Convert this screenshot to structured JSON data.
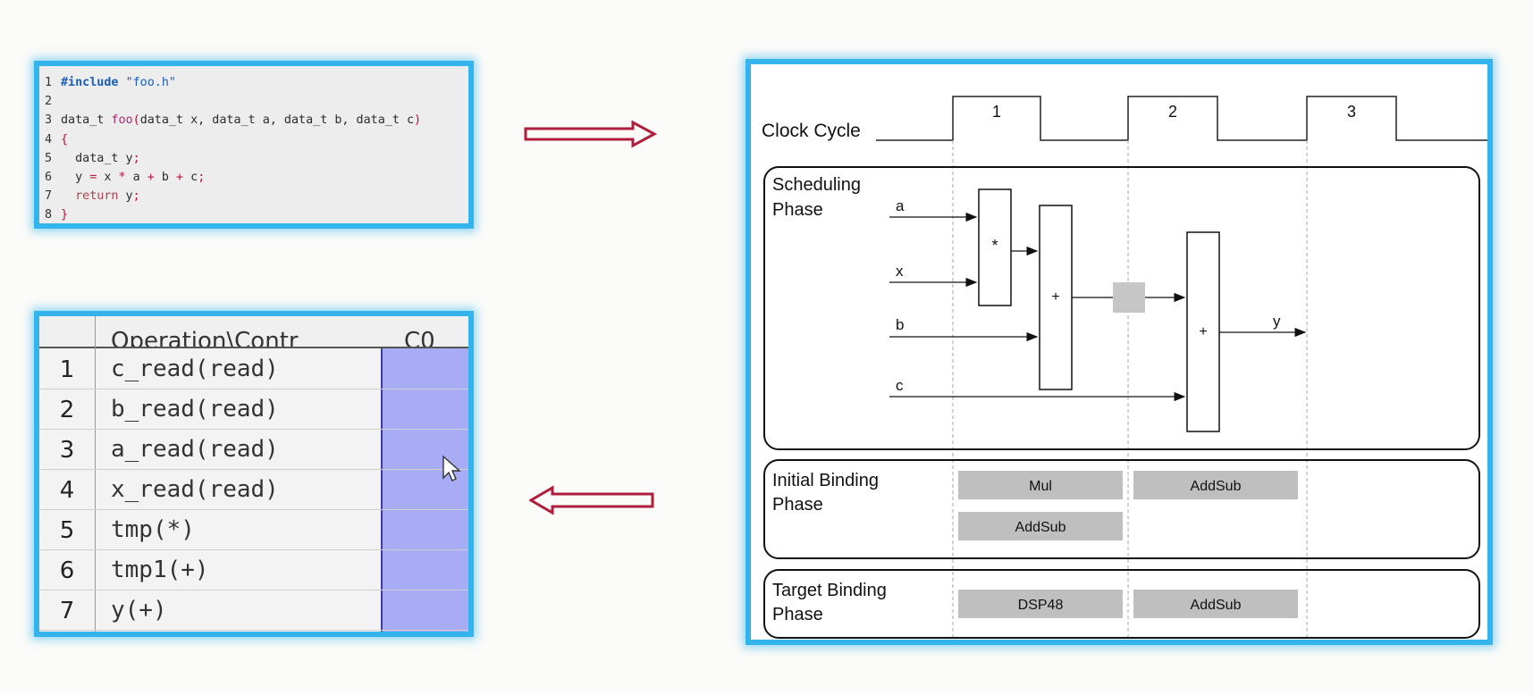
{
  "code": {
    "lines": [
      {
        "n": "1",
        "parts": [
          {
            "t": "#include",
            "c": "kw"
          },
          {
            "t": " "
          },
          {
            "t": "\"foo.h\"",
            "c": "str"
          }
        ]
      },
      {
        "n": "2",
        "parts": []
      },
      {
        "n": "3",
        "parts": [
          {
            "t": "data_t "
          },
          {
            "t": "foo",
            "c": "fn"
          },
          {
            "t": "(",
            "c": "op"
          },
          {
            "t": "data_t x, data_t a, data_t b, data_t c"
          },
          {
            "t": ")",
            "c": "op"
          }
        ]
      },
      {
        "n": "4",
        "parts": [
          {
            "t": "{",
            "c": "op"
          }
        ]
      },
      {
        "n": "5",
        "parts": [
          {
            "t": "  data_t y"
          },
          {
            "t": ";",
            "c": "op"
          }
        ]
      },
      {
        "n": "6",
        "parts": [
          {
            "t": "  y "
          },
          {
            "t": "=",
            "c": "op"
          },
          {
            "t": " x "
          },
          {
            "t": "*",
            "c": "op"
          },
          {
            "t": " a "
          },
          {
            "t": "+",
            "c": "op"
          },
          {
            "t": " b "
          },
          {
            "t": "+",
            "c": "op"
          },
          {
            "t": " c"
          },
          {
            "t": ";",
            "c": "op"
          }
        ]
      },
      {
        "n": "7",
        "parts": [
          {
            "t": "  "
          },
          {
            "t": "return",
            "c": "kwr"
          },
          {
            "t": " y"
          },
          {
            "t": ";",
            "c": "op"
          }
        ]
      },
      {
        "n": "8",
        "parts": [
          {
            "t": "}",
            "c": "op"
          }
        ]
      }
    ]
  },
  "table": {
    "header_operation": "Operation\\Contr",
    "header_c0": "C0",
    "rows": [
      {
        "n": "1",
        "op": "c_read(read)"
      },
      {
        "n": "2",
        "op": "b_read(read)"
      },
      {
        "n": "3",
        "op": "a_read(read)"
      },
      {
        "n": "4",
        "op": "x_read(read)"
      },
      {
        "n": "5",
        "op": "tmp(*)"
      },
      {
        "n": "6",
        "op": "tmp1(+)"
      },
      {
        "n": "7",
        "op": "y(+)"
      }
    ]
  },
  "diagram": {
    "clock_label": "Clock Cycle",
    "cycles": [
      "1",
      "2",
      "3"
    ],
    "scheduling_label_1": "Scheduling",
    "scheduling_label_2": "Phase",
    "inputs": [
      "a",
      "x",
      "b",
      "c"
    ],
    "mul_symbol": "*",
    "add_symbol": "+",
    "output": "y",
    "initial_label_1": "Initial Binding",
    "initial_label_2": "Phase",
    "initial_ops": [
      "Mul",
      "AddSub",
      "AddSub"
    ],
    "target_label_1": "Target Binding",
    "target_label_2": "Phase",
    "target_ops": [
      "DSP48",
      "AddSub"
    ],
    "colors": {
      "border": "#34b4ec",
      "op_box": "#bfbfbf",
      "register": "#c6c6c6",
      "arrow": "#b01e3c"
    }
  }
}
